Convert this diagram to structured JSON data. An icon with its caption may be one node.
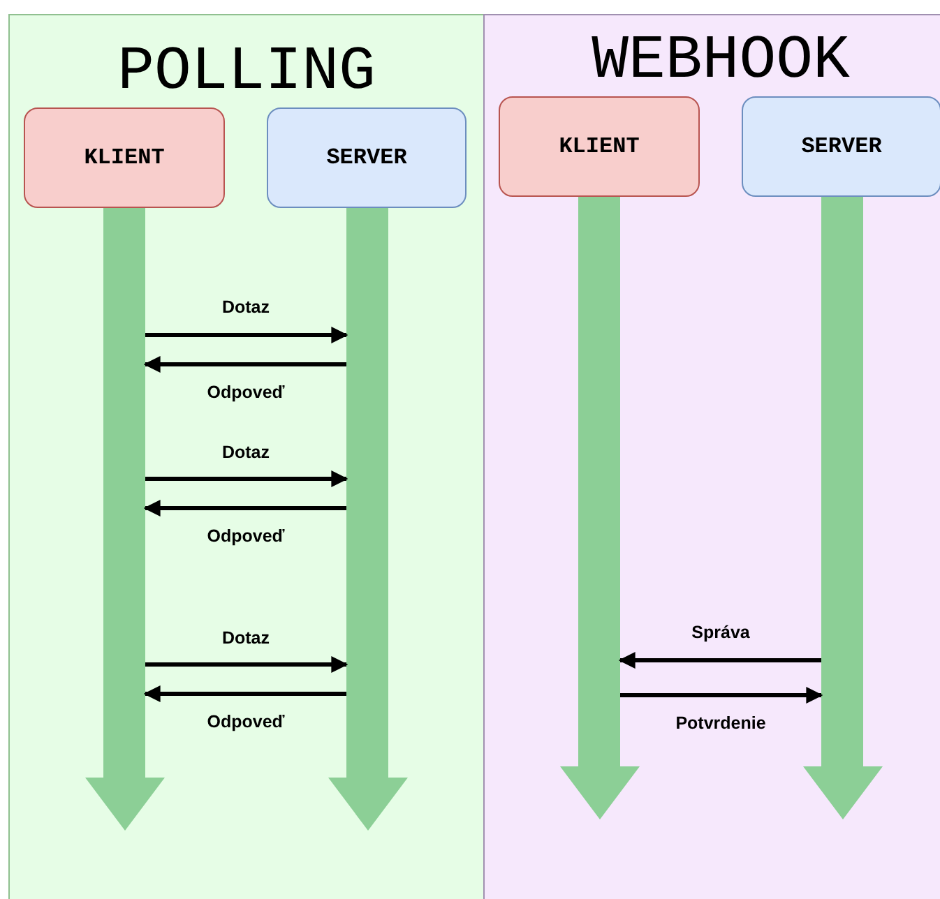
{
  "diagram": {
    "nodes": [
      {
        "text": [
          "POLLING"
        ]
      },
      {
        "text": [
          "WEBHOOK"
        ]
      },
      {
        "text": [
          "KLIENT"
        ],
        "in": 0
      },
      {
        "text": [
          "SERVER"
        ],
        "in": 0
      },
      {
        "text": [
          "KLIENT"
        ],
        "in": 1
      },
      {
        "text": [
          "SERVER"
        ],
        "in": 1
      },
      {
        "text": [],
        "shape": "bar",
        "in": 0
      },
      {
        "text": [],
        "shape": "bar",
        "in": 0
      },
      {
        "text": [],
        "shape": "bar",
        "in": 1
      },
      {
        "text": [],
        "shape": "bar",
        "in": 1
      }
    ],
    "edges": [
      {
        "from": 6,
        "to": 7,
        "arrow": "to",
        "label": "Dotaz"
      },
      {
        "from": 7,
        "to": 6,
        "arrow": "to",
        "label": "Odpoveď"
      },
      {
        "from": 6,
        "to": 7,
        "arrow": "to",
        "label": "Dotaz"
      },
      {
        "from": 7,
        "to": 6,
        "arrow": "to",
        "label": "Odpoveď"
      },
      {
        "from": 6,
        "to": 7,
        "arrow": "to",
        "label": "Dotaz"
      },
      {
        "from": 7,
        "to": 6,
        "arrow": "to",
        "label": "Odpoveď"
      },
      {
        "from": 9,
        "to": 8,
        "arrow": "to",
        "label": "Správa"
      },
      {
        "from": 8,
        "to": 9,
        "arrow": "to",
        "label": "Potvrdenie"
      }
    ]
  }
}
